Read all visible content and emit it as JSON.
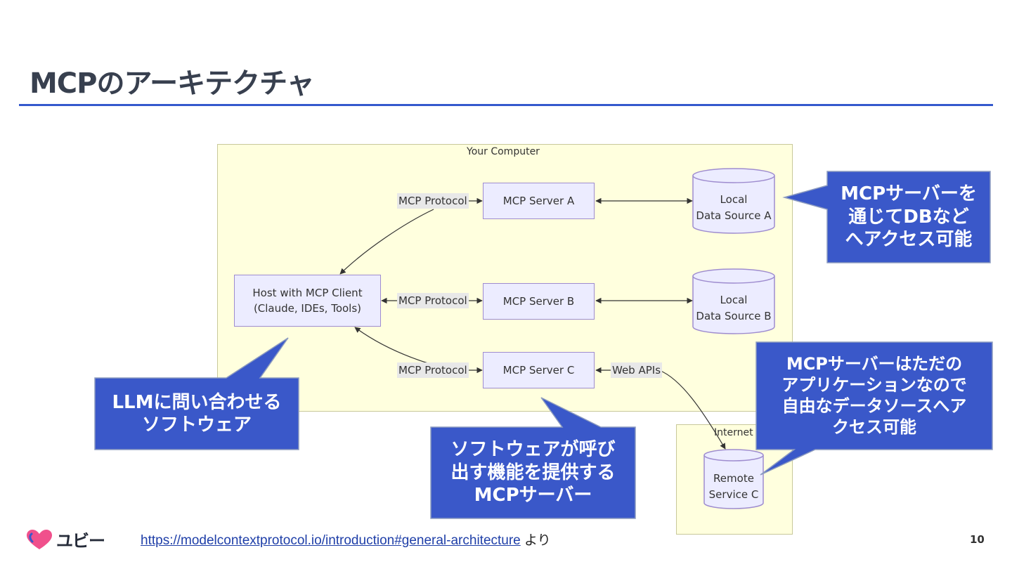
{
  "slide": {
    "title": "MCPのアーキテクチャ",
    "page_number": "10"
  },
  "diagram": {
    "frames": {
      "computer": "Your Computer",
      "internet": "Internet"
    },
    "nodes": {
      "host": [
        "Host with MCP Client",
        "(Claude, IDEs, Tools)"
      ],
      "server_a": "MCP Server A",
      "server_b": "MCP Server B",
      "server_c": "MCP Server C",
      "data_a": [
        "Local",
        "Data Source A"
      ],
      "data_b": [
        "Local",
        "Data Source B"
      ],
      "remote_c": [
        "Remote",
        "Service C"
      ]
    },
    "edge_labels": {
      "protocol_a": "MCP Protocol",
      "protocol_b": "MCP Protocol",
      "protocol_c": "MCP Protocol",
      "web_apis": "Web APIs"
    }
  },
  "callouts": {
    "db_access": [
      "MCPサーバーを",
      "通じてDBなど",
      "へアクセス可能"
    ],
    "llm_software": [
      "LLMに問い合わせる",
      "ソフトウェア"
    ],
    "server_provider": [
      "ソフトウェアが呼び",
      "出す機能を提供する",
      "MCPサーバー"
    ],
    "free_source": [
      "MCPサーバーはただの",
      "アプリケーションなので",
      "自由なデータソースへア",
      "クセス可能"
    ]
  },
  "footer": {
    "link_text": "https://modelcontextprotocol.io/introduction#general-architecture",
    "suffix": " より"
  },
  "brand": {
    "logo_text": "ユビー"
  },
  "colors": {
    "accent": "#3459cd",
    "callout_fill": "#3a58c9",
    "frame_fill": "#ffffde",
    "node_fill": "#ececff"
  }
}
